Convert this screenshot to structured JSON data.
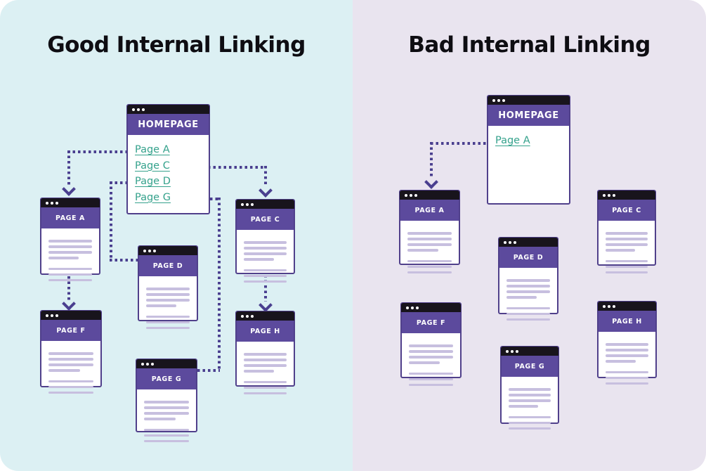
{
  "colors": {
    "left_background": "#dcf0f3",
    "right_background": "#e9e4ef",
    "header_purple": "#5c4a9d",
    "card_border_purple": "#50408b",
    "window_bar_black": "#18141c",
    "link_teal": "#35a28c",
    "connector_purple": "#4a3f8f",
    "body_line_lilac": "#c7bfdf",
    "title_black": "#0e0d12"
  },
  "panels": [
    {
      "title": "Good Internal Linking",
      "homepage": {
        "title": "HOMEPAGE",
        "links": [
          "Page A",
          "Page C",
          "Page D",
          "Page G"
        ]
      },
      "cards": [
        {
          "label": "PAGE A"
        },
        {
          "label": "PAGE C"
        },
        {
          "label": "PAGE D"
        },
        {
          "label": "PAGE F"
        },
        {
          "label": "PAGE G"
        },
        {
          "label": "PAGE H"
        }
      ]
    },
    {
      "title": "Bad Internal Linking",
      "homepage": {
        "title": "HOMEPAGE",
        "links": [
          "Page A"
        ]
      },
      "cards": [
        {
          "label": "PAGE A"
        },
        {
          "label": "PAGE C"
        },
        {
          "label": "PAGE D"
        },
        {
          "label": "PAGE F"
        },
        {
          "label": "PAGE G"
        },
        {
          "label": "PAGE H"
        }
      ]
    }
  ]
}
